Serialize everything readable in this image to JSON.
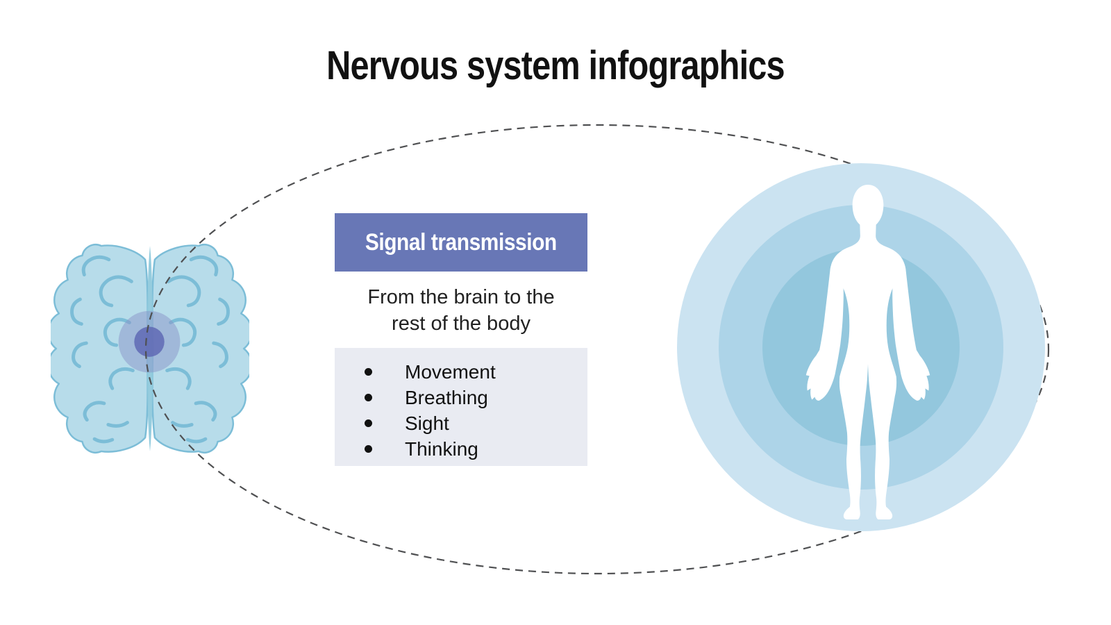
{
  "title": "Nervous system infographics",
  "card": {
    "header": "Signal transmission",
    "subtitle_lines": [
      "From the brain to the",
      "rest of the body"
    ],
    "bullets": [
      "Movement",
      "Breathing",
      "Sight",
      "Thinking"
    ]
  },
  "graphics": {
    "left_icon": "brain-top-view-illustration",
    "right_icon": "human-body-silhouette",
    "connector": "dashed-ellipse-connector",
    "colors": {
      "header_bg": "#6877B6",
      "header_text": "#FFFFFF",
      "list_bg": "#E9EBF2",
      "text": "#212121",
      "title_text": "#111111",
      "brain_fill": "#B7DCEA",
      "brain_lines": "#7CBDD7",
      "brain_midline": "#8FC9DC",
      "brain_center_outer": "#8A94C8",
      "brain_center_inner": "#5F68B4",
      "ring_outer": "#CBE3F1",
      "ring_middle": "#ADD4E8",
      "ring_inner": "#93C7DD",
      "silhouette": "#FFFFFF",
      "dash": "#4F5052"
    }
  }
}
